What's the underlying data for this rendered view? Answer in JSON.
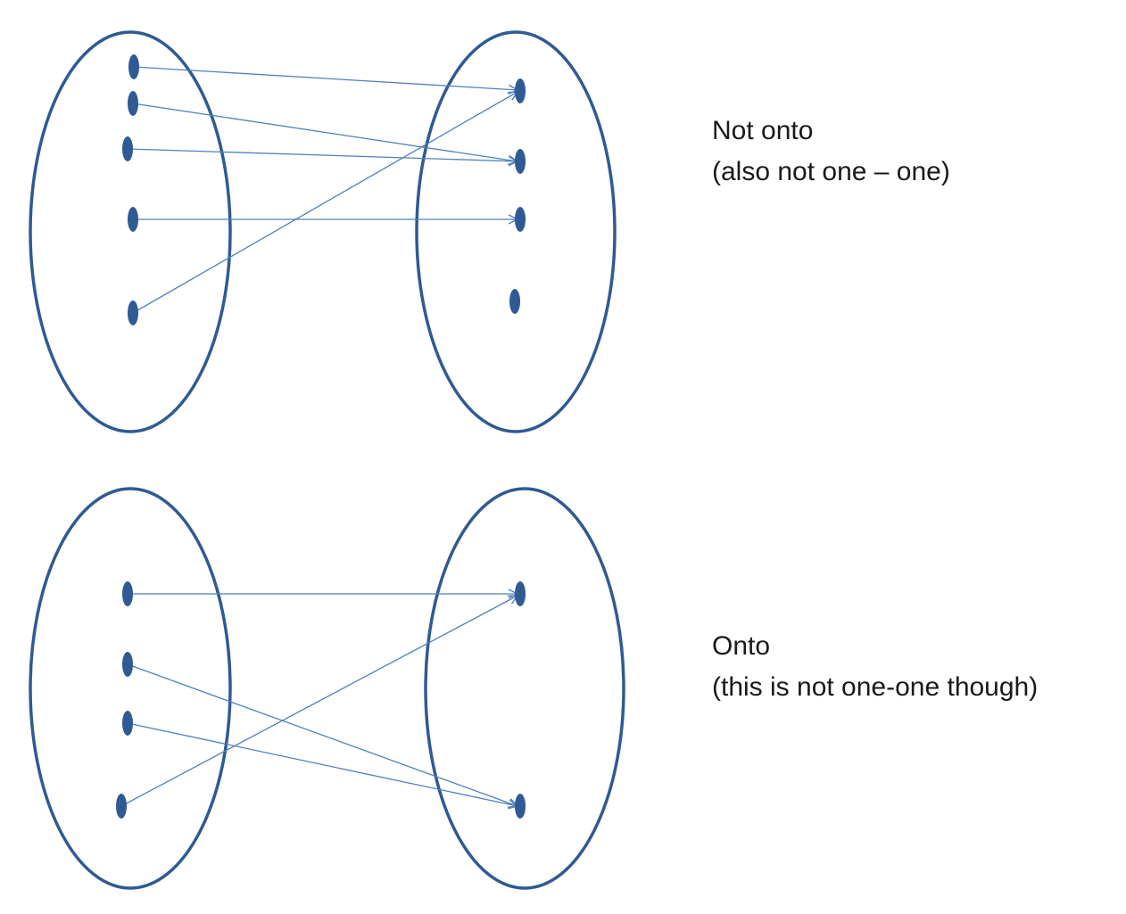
{
  "colors": {
    "set_outline": "#2f5a93",
    "point_fill": "#2f5a93",
    "arrow": "#4f81bd",
    "text": "#1a1a1a"
  },
  "diagrams": [
    {
      "id": "not-onto",
      "caption": {
        "line1": "Not onto",
        "line2": "(also not one – one)"
      },
      "domain_points": 5,
      "codomain_points": 4,
      "mapping": [
        [
          0,
          0
        ],
        [
          1,
          1
        ],
        [
          2,
          1
        ],
        [
          3,
          2
        ],
        [
          4,
          0
        ]
      ]
    },
    {
      "id": "onto",
      "caption": {
        "line1": "Onto",
        "line2": "(this is not one-one though)"
      },
      "domain_points": 4,
      "codomain_points": 2,
      "mapping": [
        [
          0,
          0
        ],
        [
          1,
          1
        ],
        [
          2,
          1
        ],
        [
          3,
          0
        ]
      ]
    }
  ]
}
